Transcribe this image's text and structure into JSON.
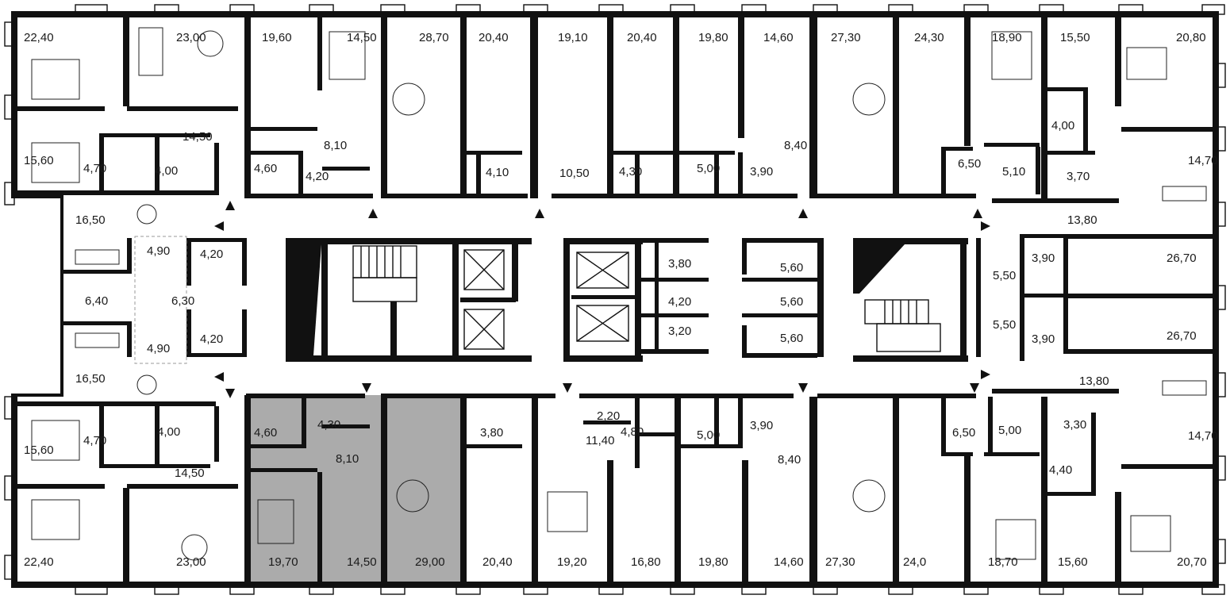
{
  "plan": {
    "highlight_color": "#9c9c9c",
    "wall_color": "#111111",
    "rooms": [
      {
        "label": "22,40"
      },
      {
        "label": "23,00"
      },
      {
        "label": "19,60"
      },
      {
        "label": "14,50"
      },
      {
        "label": "28,70"
      },
      {
        "label": "20,40"
      },
      {
        "label": "19,10"
      },
      {
        "label": "20,40"
      },
      {
        "label": "19,80"
      },
      {
        "label": "14,60"
      },
      {
        "label": "27,30"
      },
      {
        "label": "24,30"
      },
      {
        "label": "18,90"
      },
      {
        "label": "15,50"
      },
      {
        "label": "20,80"
      },
      {
        "label": "14,50"
      },
      {
        "label": "8,10"
      },
      {
        "label": "15,60"
      },
      {
        "label": "4,70"
      },
      {
        "label": "4,00"
      },
      {
        "label": "4,60"
      },
      {
        "label": "4,20"
      },
      {
        "label": "4,10"
      },
      {
        "label": "10,50"
      },
      {
        "label": "4,30"
      },
      {
        "label": "5,00"
      },
      {
        "label": "3,90"
      },
      {
        "label": "8,40"
      },
      {
        "label": "6,50"
      },
      {
        "label": "5,10"
      },
      {
        "label": "4,00"
      },
      {
        "label": "3,70"
      },
      {
        "label": "14,70"
      },
      {
        "label": "16,50"
      },
      {
        "label": "13,80"
      },
      {
        "label": "4,90"
      },
      {
        "label": "4,20"
      },
      {
        "label": "3,80"
      },
      {
        "label": "5,60"
      },
      {
        "label": "3,90"
      },
      {
        "label": "26,70"
      },
      {
        "label": "5,50"
      },
      {
        "label": "6,40"
      },
      {
        "label": "6,30"
      },
      {
        "label": "4,20"
      },
      {
        "label": "5,60"
      },
      {
        "label": "5,50"
      },
      {
        "label": "4,90"
      },
      {
        "label": "4,20"
      },
      {
        "label": "3,20"
      },
      {
        "label": "5,60"
      },
      {
        "label": "3,90"
      },
      {
        "label": "26,70"
      },
      {
        "label": "16,50"
      },
      {
        "label": "13,80"
      },
      {
        "label": "15,60"
      },
      {
        "label": "4,70"
      },
      {
        "label": "4,00"
      },
      {
        "label": "4,60"
      },
      {
        "label": "4,30"
      },
      {
        "label": "3,80"
      },
      {
        "label": "2,20"
      },
      {
        "label": "11,40"
      },
      {
        "label": "4,80"
      },
      {
        "label": "5,00"
      },
      {
        "label": "3,90"
      },
      {
        "label": "8,40"
      },
      {
        "label": "6,50"
      },
      {
        "label": "5,00"
      },
      {
        "label": "3,30"
      },
      {
        "label": "14,70"
      },
      {
        "label": "14,50"
      },
      {
        "label": "8,10"
      },
      {
        "label": "4,40"
      },
      {
        "label": "22,40"
      },
      {
        "label": "23,00"
      },
      {
        "label": "19,70"
      },
      {
        "label": "14,50"
      },
      {
        "label": "29,00"
      },
      {
        "label": "20,40"
      },
      {
        "label": "19,20"
      },
      {
        "label": "16,80"
      },
      {
        "label": "19,80"
      },
      {
        "label": "14,60"
      },
      {
        "label": "27,30"
      },
      {
        "label": "24,0"
      },
      {
        "label": "18,70"
      },
      {
        "label": "15,60"
      },
      {
        "label": "20,70"
      }
    ]
  }
}
